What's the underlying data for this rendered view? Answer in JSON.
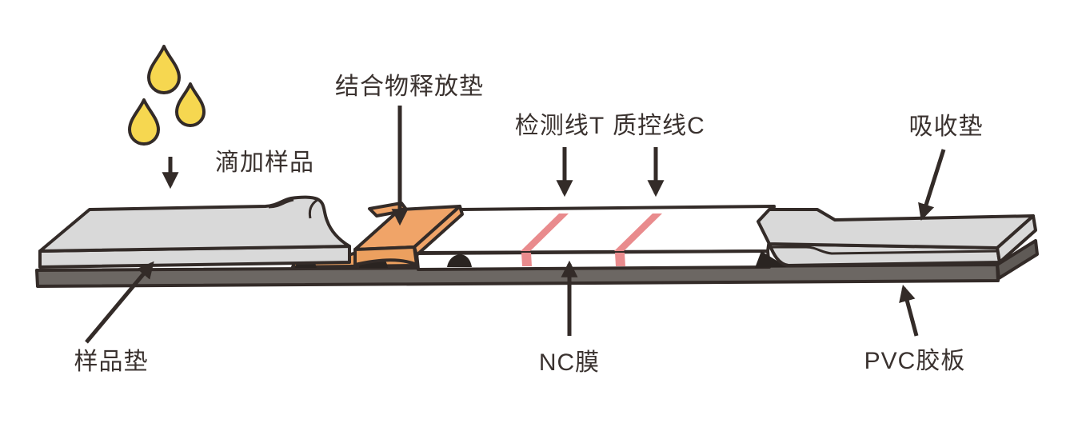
{
  "diagram": {
    "labels": {
      "add_sample": "滴加样品",
      "conjugate_pad": "结合物释放垫",
      "test_line": "检测线T",
      "control_line": "质控线C",
      "absorbent_pad": "吸收垫",
      "sample_pad": "样品垫",
      "nc_membrane": "NC膜",
      "pvc_backing": "PVC胶板"
    },
    "colors": {
      "droplet": "#f6d750",
      "conjugate_pad_top": "#f0a468",
      "conjugate_pad_lower": "#eca05f",
      "pad_gray": "#d9d9d9",
      "pvc_base": "#6c6763",
      "pvc_base_side": "#5f5a56",
      "membrane_white": "#ffffff",
      "line_pink": "#e98b8d",
      "outline": "#332b28",
      "text": "#3a322f",
      "background": "#ffffff"
    }
  }
}
